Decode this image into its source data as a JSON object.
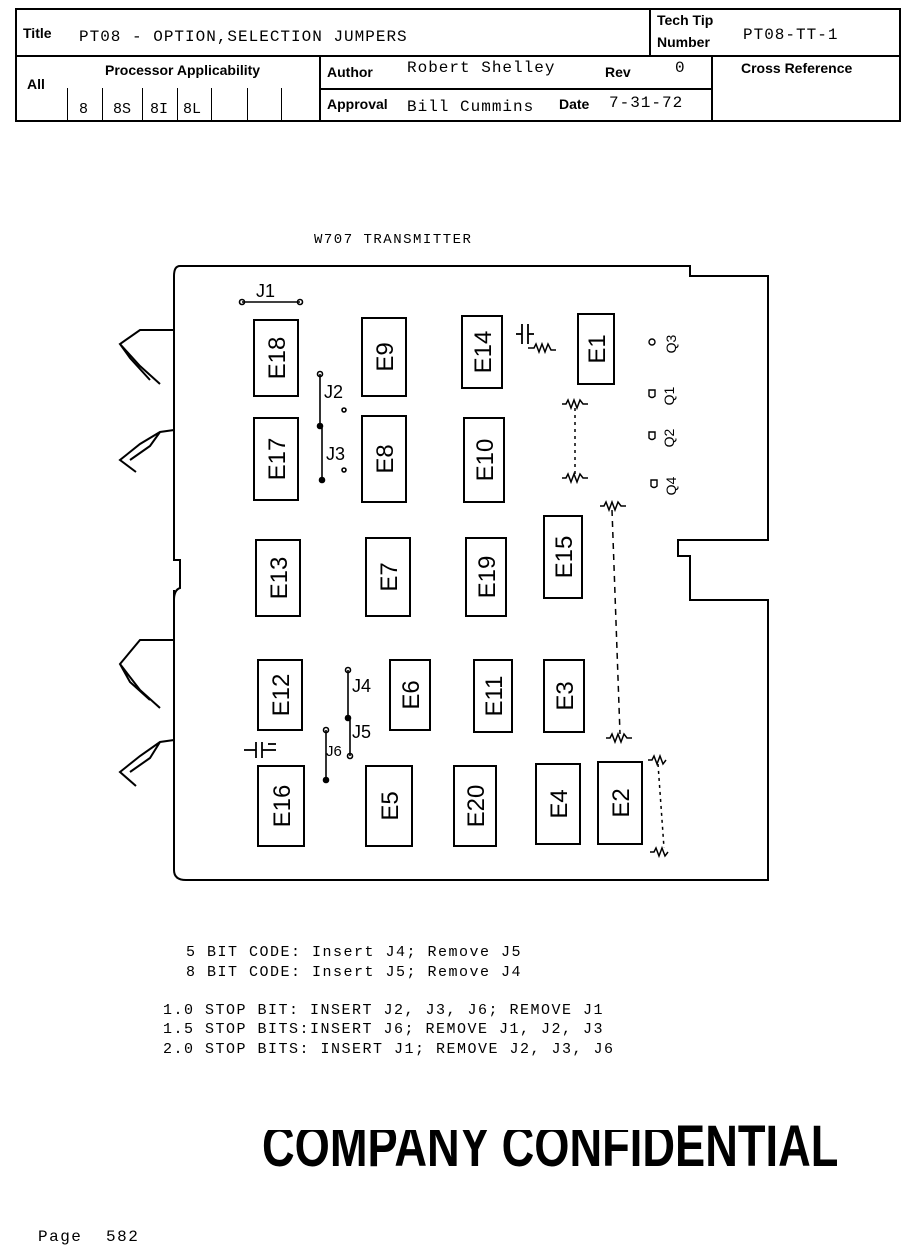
{
  "header": {
    "title_label": "Title",
    "title_value": "PT08 - OPTION,SELECTION JUMPERS",
    "tech_tip_label_1": "Tech Tip",
    "tech_tip_label_2": "Number",
    "tech_tip_value": "PT08-TT-1",
    "all_label": "All",
    "processor_label": "Processor Applicability",
    "processors": [
      "8",
      "8S",
      "8I",
      "8L"
    ],
    "author_label": "Author",
    "author_value": "Robert Shelley",
    "rev_label": "Rev",
    "rev_value": "0",
    "cross_ref_label": "Cross Reference",
    "approval_label": "Approval",
    "approval_value": "Bill Cummins",
    "date_label": "Date",
    "date_value": "7-31-72"
  },
  "diagram": {
    "title": "W707 TRANSMITTER",
    "chips": [
      "E18",
      "E9",
      "E14",
      "E1",
      "E17",
      "E8",
      "E10",
      "E13",
      "E7",
      "E19",
      "E15",
      "E12",
      "E6",
      "E11",
      "E3",
      "E16",
      "E5",
      "E20",
      "E4",
      "E2"
    ],
    "jumpers": [
      "J1",
      "J2",
      "J3",
      "J4",
      "J5",
      "J6"
    ],
    "transistors": [
      "Q3",
      "Q1",
      "Q2",
      "Q4"
    ]
  },
  "notes": {
    "line1": "5 BIT CODE: Insert J4; Remove J5",
    "line2": "8 BIT CODE: Insert J5; Remove J4",
    "line3": "1.0 STOP BIT: INSERT J2, J3, J6; REMOVE J1",
    "line4": "1.5 STOP BITS:INSERT J6; REMOVE J1, J2, J3",
    "line5": "2.0 STOP BITS: INSERT J1; REMOVE J2, J3, J6"
  },
  "stamp": "COMPANY CONFIDENTIAL",
  "footer": {
    "page_label": "Page",
    "page_number": "582"
  }
}
